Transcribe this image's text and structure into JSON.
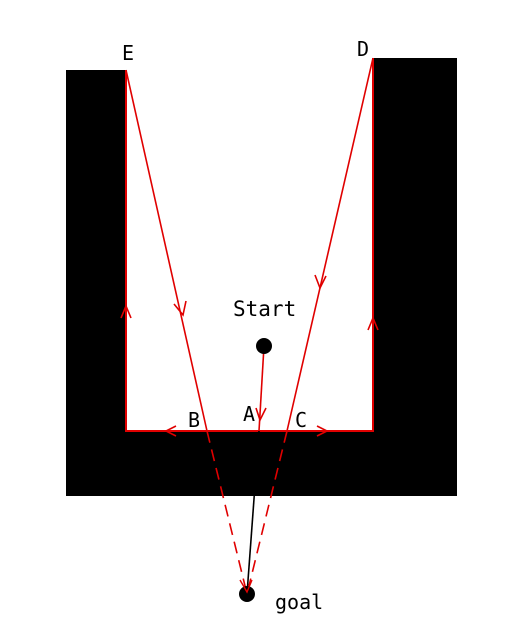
{
  "labels": {
    "E": "E",
    "D": "D",
    "start": "Start",
    "A": "A",
    "B": "B",
    "C": "C",
    "goal": "goal"
  },
  "colors": {
    "obstacle": "#000000",
    "path": "#e00000",
    "direct_line": "#000000",
    "background": "#ffffff"
  }
}
